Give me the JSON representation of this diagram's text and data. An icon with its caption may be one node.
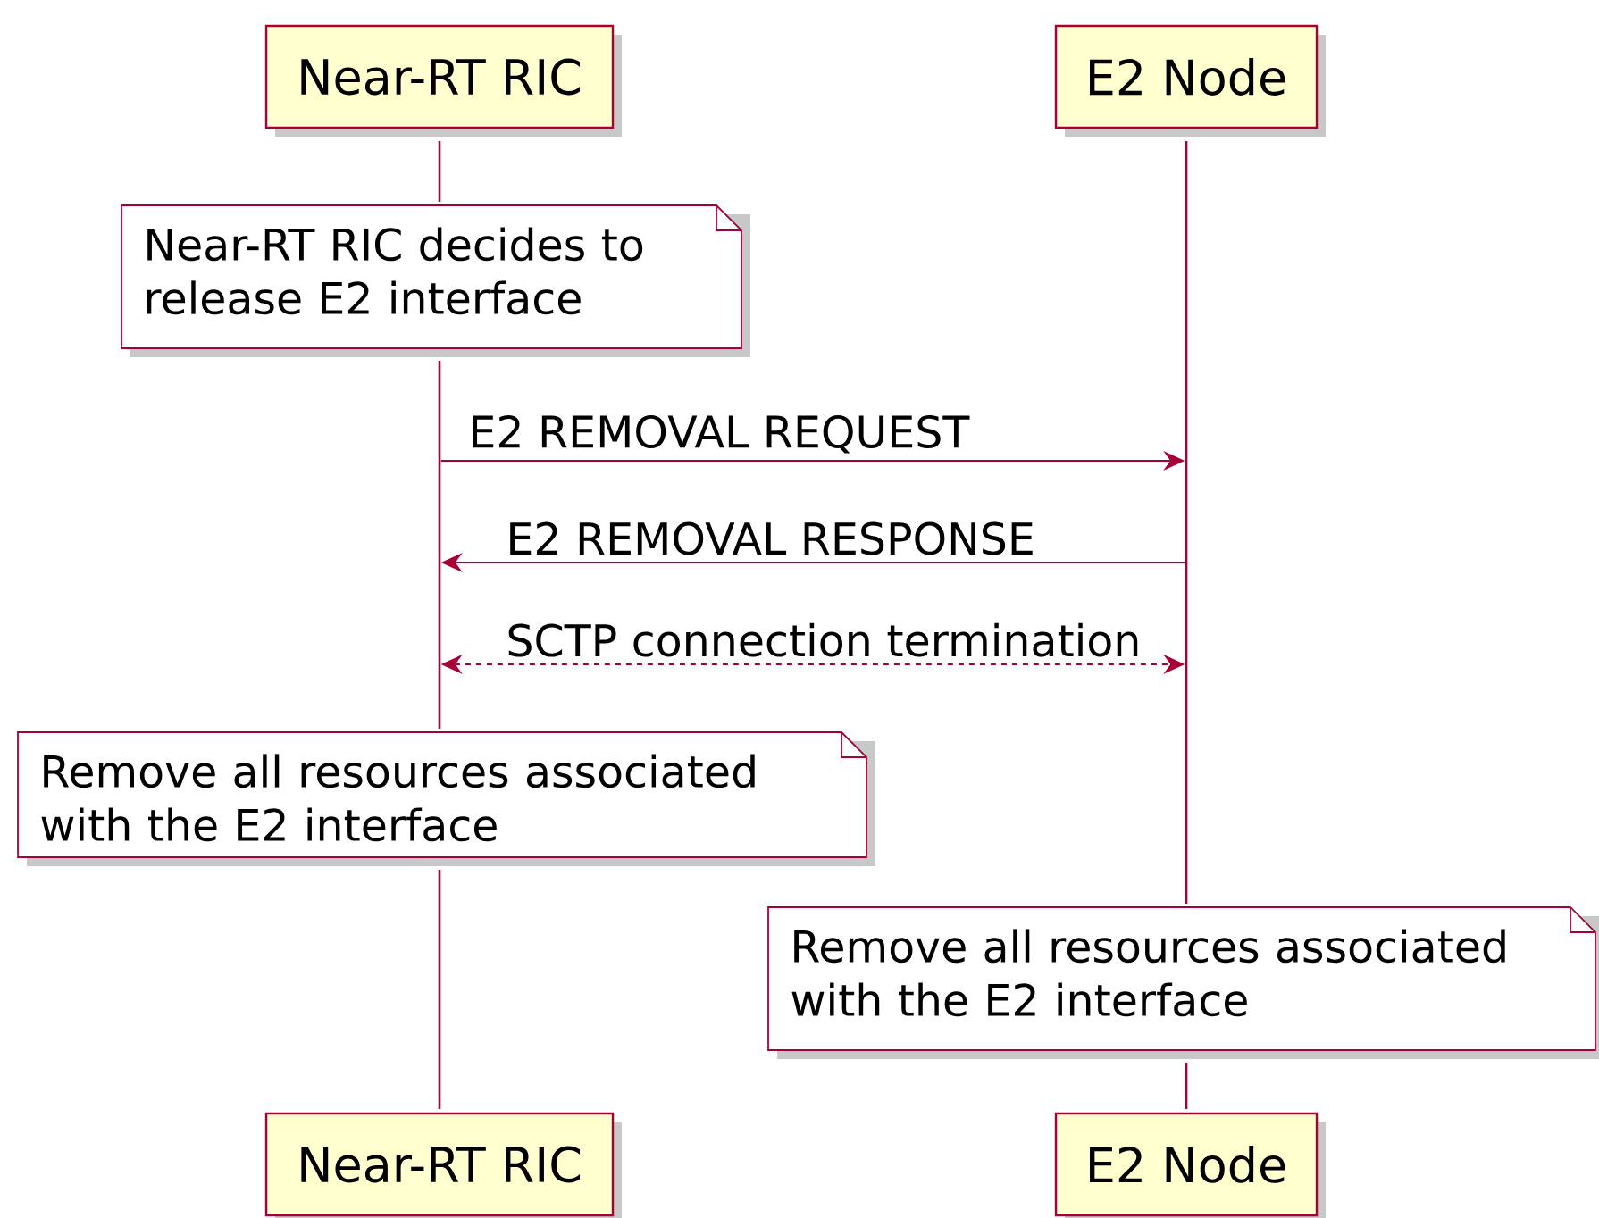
{
  "diagram": {
    "nodes": [
      {
        "text": [
          "Near-RT RIC"
        ]
      },
      {
        "text": [
          "E2 Node"
        ]
      },
      {
        "text": [],
        "shape": "bar"
      },
      {
        "text": [],
        "shape": "bar"
      },
      {
        "text": [
          "Near-RT RIC decides to release E2 interface"
        ]
      },
      {
        "text": [],
        "shape": "bar"
      },
      {
        "text": [
          "Remove all resources associated with the E2 interface"
        ]
      },
      {
        "text": [],
        "shape": "bar"
      },
      {
        "text": [
          "Remove all resources associated with the E2 interface"
        ]
      },
      {
        "text": [],
        "shape": "bar"
      },
      {
        "text": [
          "Near-RT RIC"
        ]
      },
      {
        "text": [
          "E2 Node"
        ]
      }
    ],
    "edges": [
      {
        "from": 5,
        "to": 3,
        "arrow": "to",
        "label": "E2 REMOVAL REQUEST"
      },
      {
        "from": 3,
        "to": 5,
        "arrow": "to",
        "label": "E2 REMOVAL RESPONSE"
      },
      {
        "from": 5,
        "to": 3,
        "arrow": "both",
        "label": "SCTP connection termination",
        "style": "dashed"
      }
    ]
  }
}
